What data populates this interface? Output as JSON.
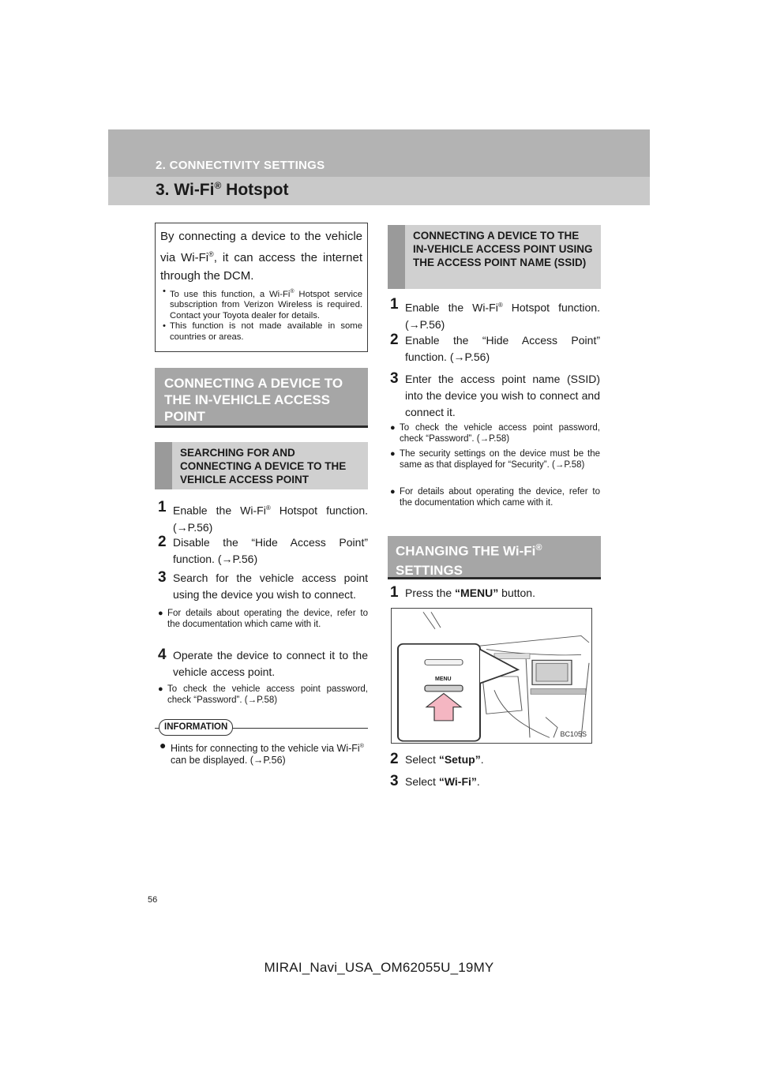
{
  "header": {
    "section": "2. CONNECTIVITY SETTINGS",
    "title_main": "3. Wi-Fi",
    "title_reg": "®",
    "title_end": " Hotspot"
  },
  "intro": {
    "text_1": "By connecting a device to the vehicle via Wi-Fi",
    "text_reg": "®",
    "text_2": ", it can access the internet through the DCM.",
    "note1_a": "To use this function, a Wi-Fi",
    "note1_reg": "®",
    "note1_b": " Hotspot service subscription from Verizon Wireless is required. Contact your Toyota dealer for details.",
    "note2": "This function is not made available in some countries or areas."
  },
  "left": {
    "heading": "CONNECTING A DEVICE TO THE IN-VEHICLE ACCESS POINT",
    "subheading": "SEARCHING FOR AND CONNECTING A DEVICE TO THE VEHICLE ACCESS POINT",
    "steps": [
      {
        "num": "1",
        "a": "Enable the Wi-Fi",
        "reg": "®",
        "b": " Hotspot function. (→P.56)"
      },
      {
        "num": "2",
        "text": "Disable the “Hide Access Point” function. (→P.56)"
      },
      {
        "num": "3",
        "text": "Search for the vehicle access point using the device you wish to connect."
      },
      {
        "num": "4",
        "text": "Operate the device to connect it to the vehicle access point."
      }
    ],
    "bullet_3": "For details about operating the device, refer to the documentation which came with it.",
    "bullet_4": "To check the vehicle access point password, check “Password”. (→P.58)",
    "info_label": "INFORMATION",
    "info_a": "Hints for connecting to the vehicle via Wi-Fi",
    "info_reg": "®",
    "info_b": " can be displayed. (→P.56)"
  },
  "right": {
    "subheading": "CONNECTING A DEVICE TO THE IN-VEHICLE ACCESS POINT USING THE ACCESS POINT NAME (SSID)",
    "steps": [
      {
        "num": "1",
        "a": "Enable the Wi-Fi",
        "reg": "®",
        "b": " Hotspot function. (→P.56)"
      },
      {
        "num": "2",
        "text": "Enable the “Hide Access Point” function. (→P.56)"
      },
      {
        "num": "3",
        "text": "Enter the access point name (SSID) into the device you wish to connect and connect it."
      }
    ],
    "bullets": [
      "To check the vehicle access point password, check “Password”. (→P.58)",
      "The security settings on the device must be the same as that displayed for “Security”. (→P.58)",
      "For details about operating the device, refer to the documentation which came with it."
    ],
    "heading_a": "CHANGING THE Wi-Fi",
    "heading_reg": "®",
    "heading_b": "SETTINGS",
    "step_press_num": "1",
    "step_press_a": "Press the ",
    "step_press_bold": "“MENU”",
    "step_press_b": " button.",
    "figure_menu_label": "MENU",
    "figure_code": "BC105S",
    "step_setup_num": "2",
    "step_setup_a": "Select ",
    "step_setup_bold": "“Setup”",
    "step_setup_b": ".",
    "step_wifi_num": "3",
    "step_wifi_a": "Select ",
    "step_wifi_bold": "“Wi-Fi”",
    "step_wifi_b": "."
  },
  "footer": {
    "page_number": "56",
    "doc_id": "MIRAI_Navi_USA_OM62055U_19MY"
  }
}
